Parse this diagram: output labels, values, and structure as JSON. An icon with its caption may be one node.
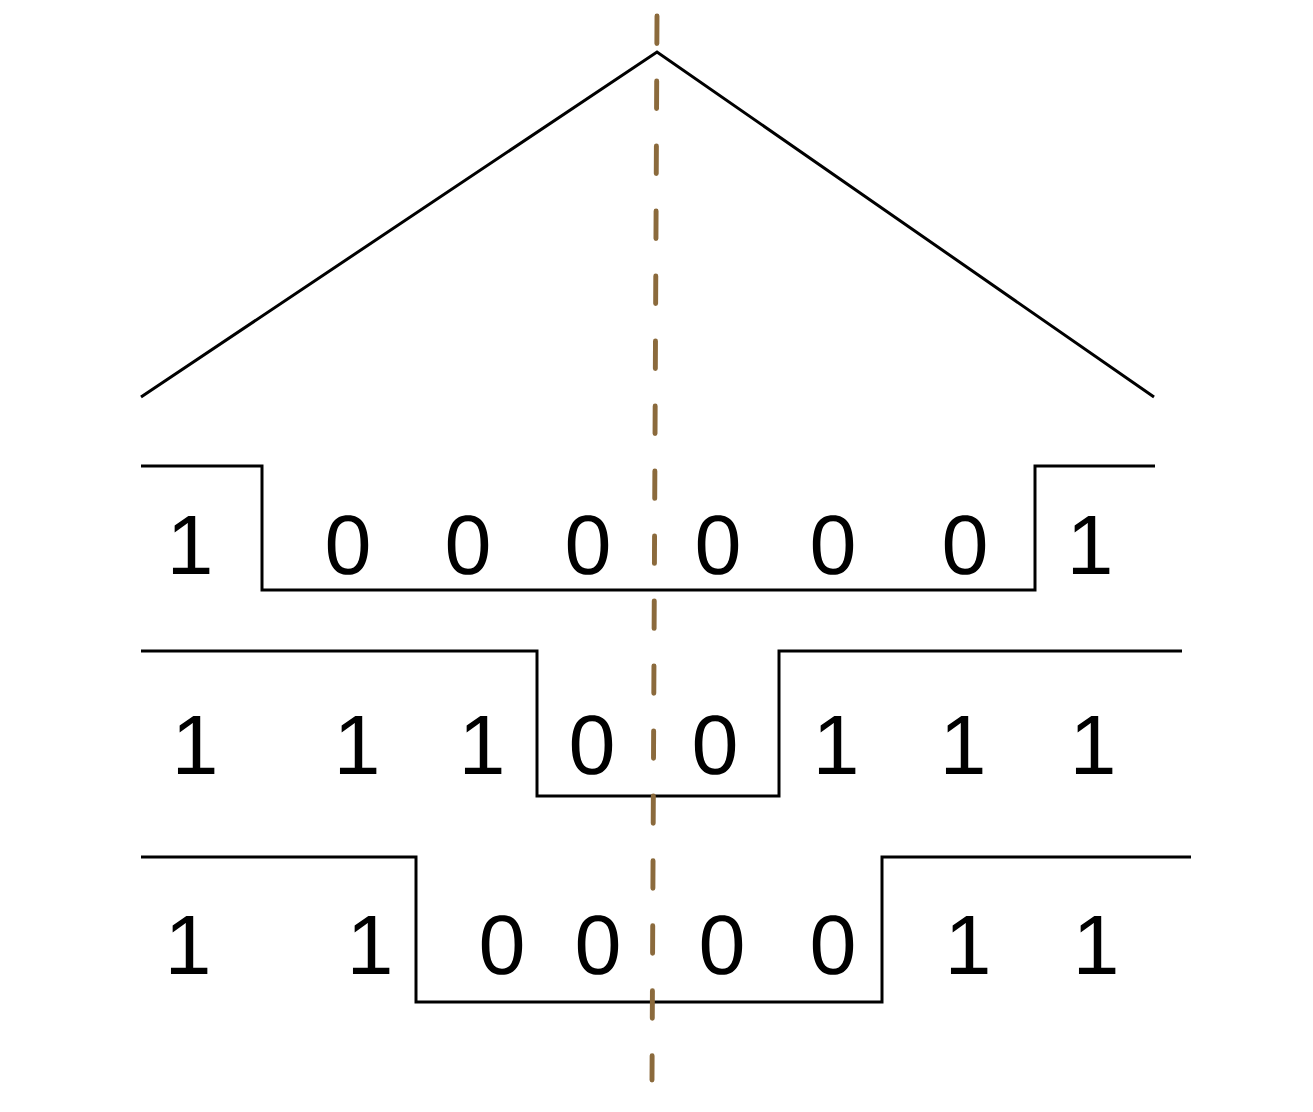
{
  "diagram": {
    "labels": [
      "1",
      "0",
      "0",
      "0",
      "0",
      "0",
      "0",
      "1",
      "1",
      "1",
      "1",
      "0",
      "0",
      "1",
      "1",
      "1",
      "1",
      "1",
      "0",
      "0",
      "0",
      "0",
      "1",
      "1"
    ]
  }
}
